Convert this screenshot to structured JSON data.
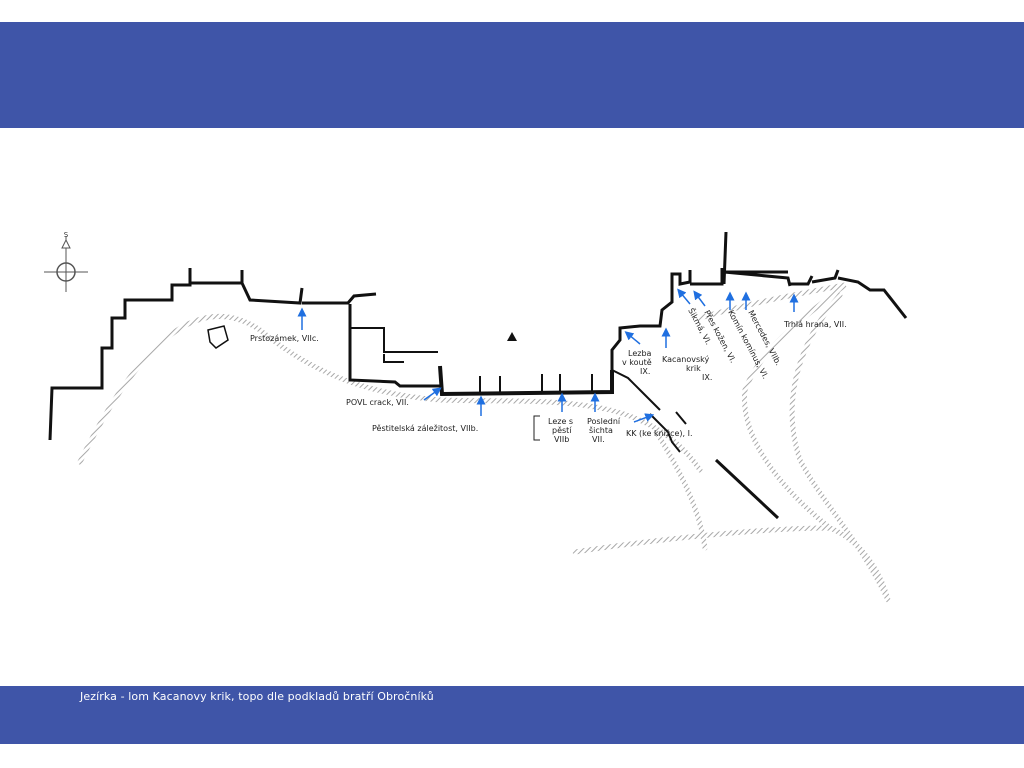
{
  "colors": {
    "band": "#3f55a8",
    "wall": "#111111",
    "path": "#b5b5b5",
    "arrow": "#1f6fe0"
  },
  "compass": {
    "north_label": "S"
  },
  "caption": "Jezírka - lom Kacanovy krik, topo dle podkladů bratří Obročníků",
  "routes": {
    "prstozamek": "Prstozámek, VIIc.",
    "povl": "POVL crack, VII.",
    "pestitelska": "Pěstitelská záležitost, VIIb.",
    "leze_1": "Leze s",
    "leze_2": "pěstí",
    "leze_3": "VIIb",
    "posledni_1": "Poslední",
    "posledni_2": "šichta",
    "posledni_3": "VII.",
    "kk": "KK (ke knížce), I.",
    "lezba_1": "Lezba",
    "lezba_2": "v koutě",
    "lezba_3": "IX.",
    "kacanovsky_1": "Kacanovský",
    "kacanovsky_2": "krik",
    "kacanovsky_3": "IX.",
    "sikma": "Šikmá, VI.",
    "pres_kozen": "Přes kožen, VI.",
    "komin": "Komín komínus, VI.",
    "mercedes": "Mercedes, VIIb.",
    "trhla": "Trhlá hrana, VII."
  }
}
